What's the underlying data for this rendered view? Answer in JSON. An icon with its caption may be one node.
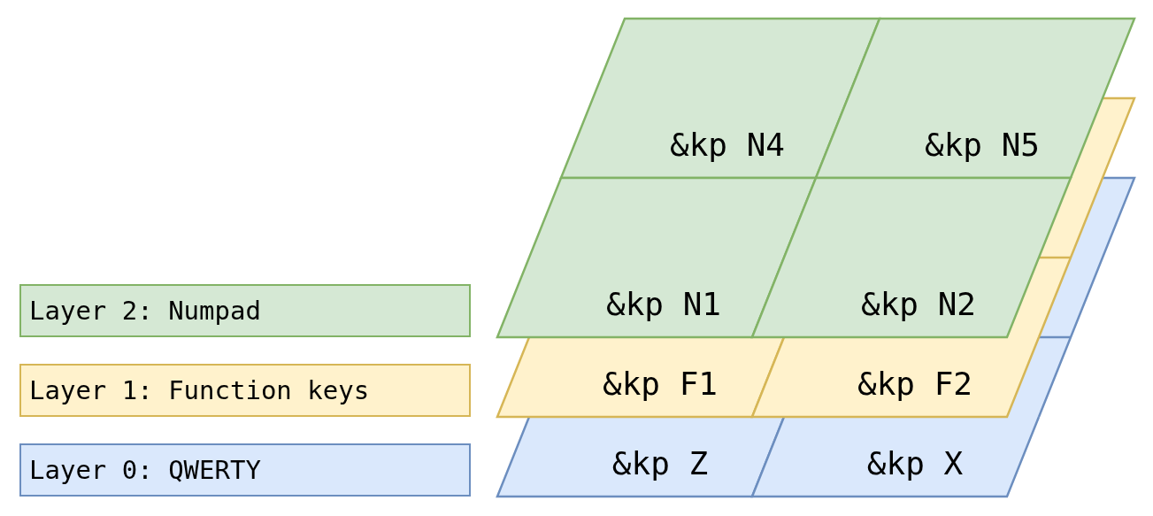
{
  "diagram": {
    "nodes": [
      {
        "text": [
          "Layer 2: Numpad"
        ]
      },
      {
        "text": [
          "Layer 1: Function keys"
        ]
      },
      {
        "text": [
          "Layer 0: QWERTY"
        ]
      },
      {
        "text": [
          "&kp Z"
        ]
      },
      {
        "text": [
          "&kp X"
        ]
      },
      {
        "text": [
          "&kp F1"
        ]
      },
      {
        "text": [
          "&kp F2"
        ]
      },
      {
        "text": [
          "&kp N4"
        ]
      },
      {
        "text": [
          "&kp N5"
        ]
      },
      {
        "text": [
          "&kp N1"
        ]
      },
      {
        "text": [
          "&kp N2"
        ]
      }
    ],
    "edges": []
  }
}
